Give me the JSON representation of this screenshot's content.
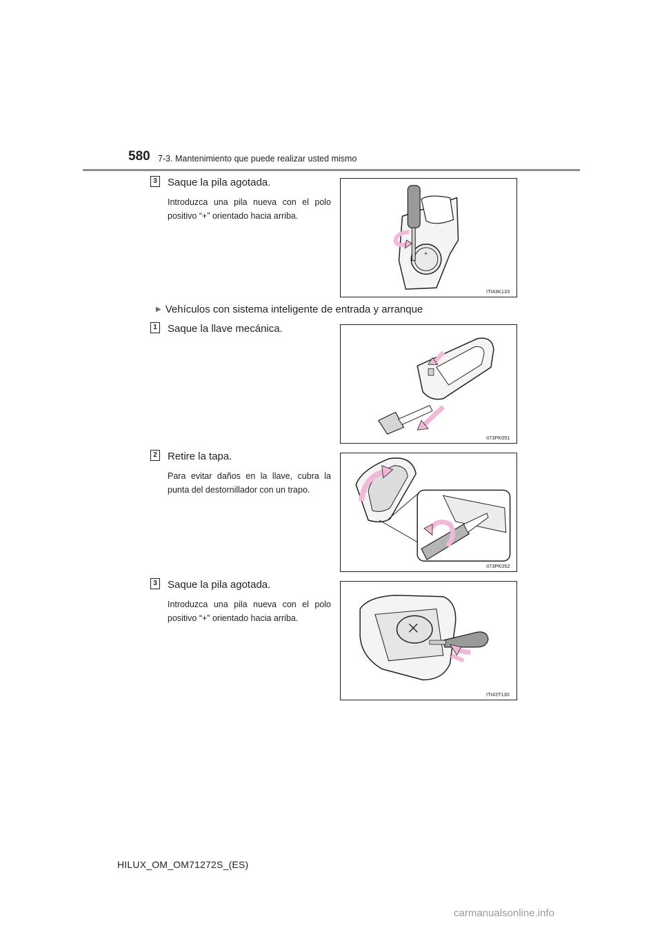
{
  "header": {
    "page_number": "580",
    "section": "7-3. Mantenimiento que puede realizar usted mismo"
  },
  "steps_a": [
    {
      "badge": "3",
      "heading": "Saque la pila agotada.",
      "note": "Introduzca una pila nueva con el polo positivo “+” orientado hacia arriba.",
      "figure_code": "ITI43K133"
    }
  ],
  "subsection": {
    "icon": "triangle-right-icon",
    "title": "Vehículos con sistema inteligente de entrada y arranque"
  },
  "steps_b": [
    {
      "badge": "1",
      "heading": "Saque la llave mecánica.",
      "note": "",
      "figure_code": "II73PK051"
    },
    {
      "badge": "2",
      "heading": "Retire la tapa.",
      "note": "Para evitar daños en la llave, cubra la punta del destornillador con un trapo.",
      "figure_code": "II73PK052"
    },
    {
      "badge": "3",
      "heading": "Saque la pila agotada.",
      "note": "Introduzca una pila nueva con el polo positivo “+” orientado hacia arriba.",
      "figure_code": "ITI43T130"
    }
  ],
  "figure_labels": {
    "battery_plus": "+"
  },
  "colors": {
    "arrow_pink": "#f2b8d8",
    "rule_gray": "#8c8c8c"
  },
  "footer": {
    "document_code": "HILUX_OM_OM71272S_(ES)"
  },
  "watermark": "carmanualsonline.info"
}
